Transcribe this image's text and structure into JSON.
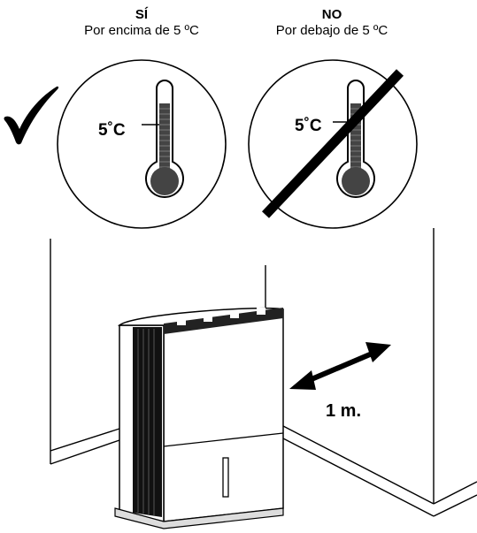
{
  "yes_panel": {
    "heading": "SÍ",
    "subtitle": "Por encima de 5 ºC",
    "temp_label": "5˚C"
  },
  "no_panel": {
    "heading": "NO",
    "subtitle": "Por debajo de 5 ºC",
    "temp_label": "5˚C"
  },
  "clearance": {
    "label": "1 m."
  },
  "icons": [
    "check-mark-icon",
    "thermometer-icon",
    "cross-out-slash-icon",
    "double-arrow-icon"
  ],
  "colors": {
    "ink": "#000000",
    "mercury": "#444444",
    "paper": "#ffffff"
  }
}
